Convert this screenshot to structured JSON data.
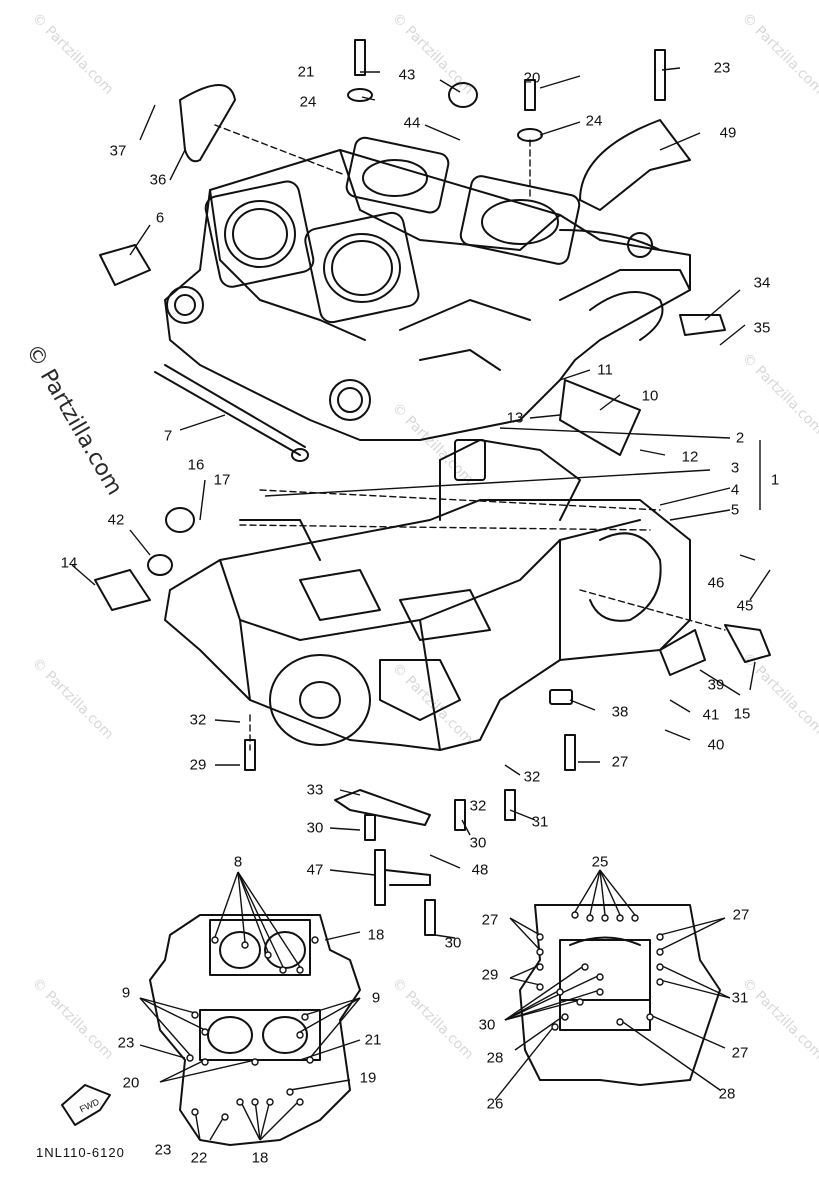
{
  "watermark": {
    "text": "© Partzilla.com"
  },
  "diagram_code": "1NL110-6120",
  "fwd_label": "FWD",
  "callouts": [
    {
      "id": "1",
      "label": "1"
    },
    {
      "id": "2",
      "label": "2"
    },
    {
      "id": "3",
      "label": "3"
    },
    {
      "id": "4",
      "label": "4"
    },
    {
      "id": "5",
      "label": "5"
    },
    {
      "id": "6",
      "label": "6"
    },
    {
      "id": "7",
      "label": "7"
    },
    {
      "id": "8",
      "label": "8"
    },
    {
      "id": "9a",
      "label": "9"
    },
    {
      "id": "9b",
      "label": "9"
    },
    {
      "id": "10",
      "label": "10"
    },
    {
      "id": "11",
      "label": "11"
    },
    {
      "id": "12",
      "label": "12"
    },
    {
      "id": "13",
      "label": "13"
    },
    {
      "id": "14",
      "label": "14"
    },
    {
      "id": "15",
      "label": "15"
    },
    {
      "id": "16",
      "label": "16"
    },
    {
      "id": "17",
      "label": "17"
    },
    {
      "id": "18a",
      "label": "18"
    },
    {
      "id": "18b",
      "label": "18"
    },
    {
      "id": "19",
      "label": "19"
    },
    {
      "id": "20a",
      "label": "20"
    },
    {
      "id": "20b",
      "label": "20"
    },
    {
      "id": "21a",
      "label": "21"
    },
    {
      "id": "21b",
      "label": "21"
    },
    {
      "id": "22",
      "label": "22"
    },
    {
      "id": "23a",
      "label": "23"
    },
    {
      "id": "23b",
      "label": "23"
    },
    {
      "id": "23c",
      "label": "23"
    },
    {
      "id": "24a",
      "label": "24"
    },
    {
      "id": "24b",
      "label": "24"
    },
    {
      "id": "25",
      "label": "25"
    },
    {
      "id": "26",
      "label": "26"
    },
    {
      "id": "27a",
      "label": "27"
    },
    {
      "id": "27b",
      "label": "27"
    },
    {
      "id": "27c",
      "label": "27"
    },
    {
      "id": "27d",
      "label": "27"
    },
    {
      "id": "28a",
      "label": "28"
    },
    {
      "id": "28b",
      "label": "28"
    },
    {
      "id": "29a",
      "label": "29"
    },
    {
      "id": "29b",
      "label": "29"
    },
    {
      "id": "30a",
      "label": "30"
    },
    {
      "id": "30b",
      "label": "30"
    },
    {
      "id": "30c",
      "label": "30"
    },
    {
      "id": "30d",
      "label": "30"
    },
    {
      "id": "31a",
      "label": "31"
    },
    {
      "id": "31b",
      "label": "31"
    },
    {
      "id": "32a",
      "label": "32"
    },
    {
      "id": "32b",
      "label": "32"
    },
    {
      "id": "32c",
      "label": "32"
    },
    {
      "id": "33",
      "label": "33"
    },
    {
      "id": "34",
      "label": "34"
    },
    {
      "id": "35",
      "label": "35"
    },
    {
      "id": "36",
      "label": "36"
    },
    {
      "id": "37",
      "label": "37"
    },
    {
      "id": "38",
      "label": "38"
    },
    {
      "id": "39",
      "label": "39"
    },
    {
      "id": "40",
      "label": "40"
    },
    {
      "id": "41",
      "label": "41"
    },
    {
      "id": "42",
      "label": "42"
    },
    {
      "id": "43",
      "label": "43"
    },
    {
      "id": "44",
      "label": "44"
    },
    {
      "id": "45",
      "label": "45"
    },
    {
      "id": "46",
      "label": "46"
    },
    {
      "id": "47",
      "label": "47"
    },
    {
      "id": "48",
      "label": "48"
    },
    {
      "id": "49",
      "label": "49"
    }
  ]
}
